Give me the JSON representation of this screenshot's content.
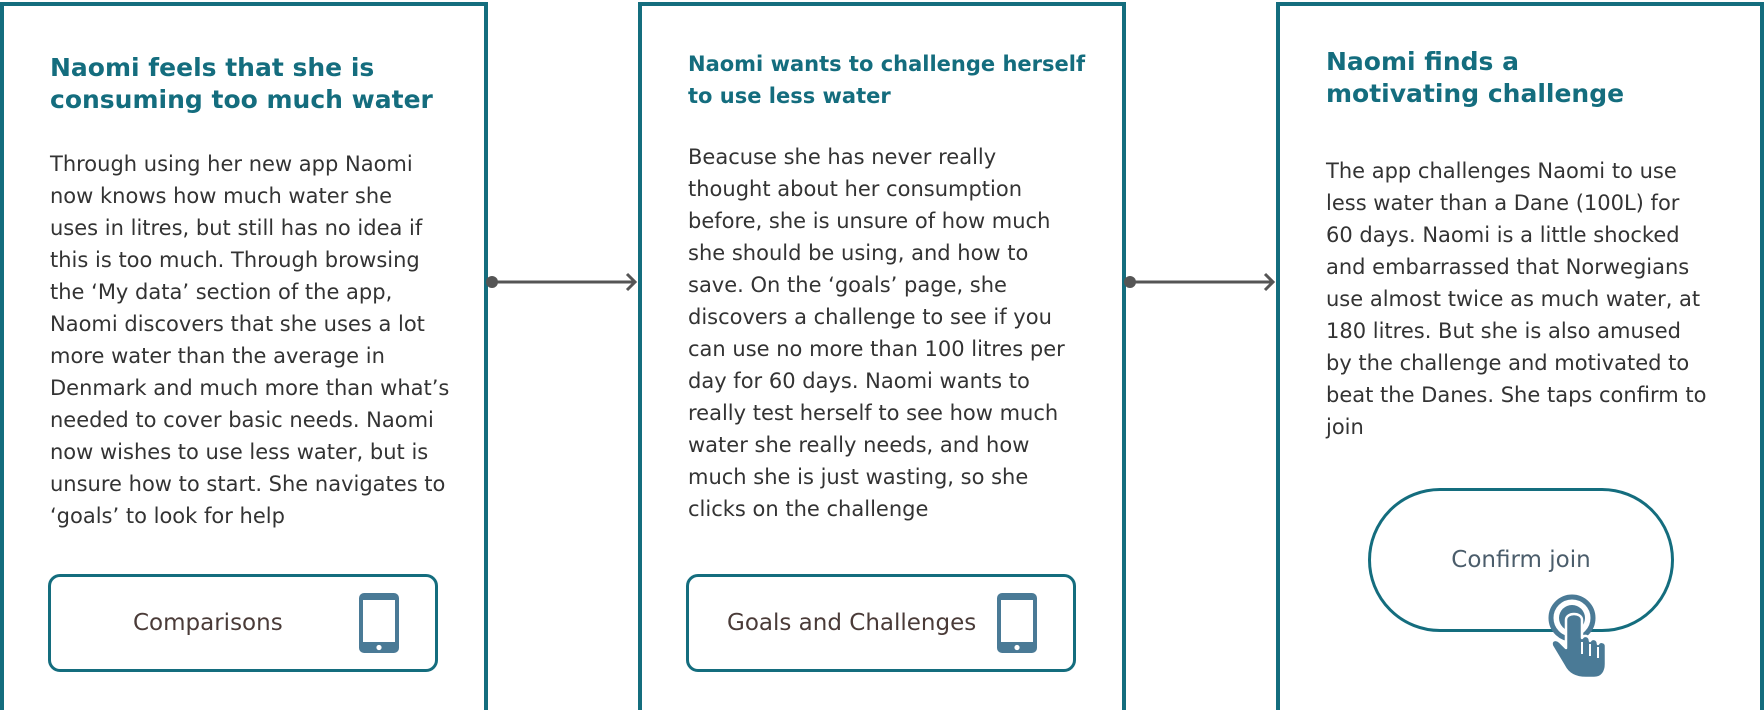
{
  "panels": [
    {
      "title": "Naomi feels that she is\nconsuming too much water",
      "body": "Through using her new app Naomi\nnow knows how much water she\nuses in litres, but still has no idea if\nthis is too much. Through browsing\nthe ‘My data’ section of the app,\nNaomi discovers that she uses a lot\nmore water than the average in\nDenmark and much more than what’s\nneeded to cover basic needs. Naomi\nnow wishes to use less water, but is\nunsure how to start. She navigates to\n‘goals’ to look for help",
      "screen_label": "Comparisons",
      "screen_icon": "phone-icon"
    },
    {
      "title": "Naomi wants to challenge herself\nto use less water",
      "body": "Beacuse she has never really\nthought about her consumption\nbefore, she is unsure of how much\nshe should be using, and how to\nsave. On the ‘goals’ page, she\ndiscovers a challenge to see if you\ncan use no more than 100 litres per\nday for 60 days. Naomi wants to\nreally test herself to see how much\nwater she really needs, and how\nmuch she is just wasting, so she\nclicks on the challenge",
      "screen_label": "Goals and Challenges",
      "screen_icon": "phone-icon"
    },
    {
      "title": "Naomi finds a\nmotivating challenge",
      "body": "The app challenges Naomi to use\nless water than a Dane (100L) for\n60 days. Naomi is a little shocked\nand embarrassed that Norwegians\nuse almost twice as much water, at\n180 litres. But she is also amused\nby the challenge and motivated to\nbeat the Danes. She taps confirm to\njoin",
      "button_label": "Confirm join",
      "button_icon": "tap-hand-icon"
    }
  ],
  "colors": {
    "accent": "#146d7e",
    "icon_fill": "#4a7a96",
    "body_text": "#333333",
    "connector": "#555555"
  }
}
